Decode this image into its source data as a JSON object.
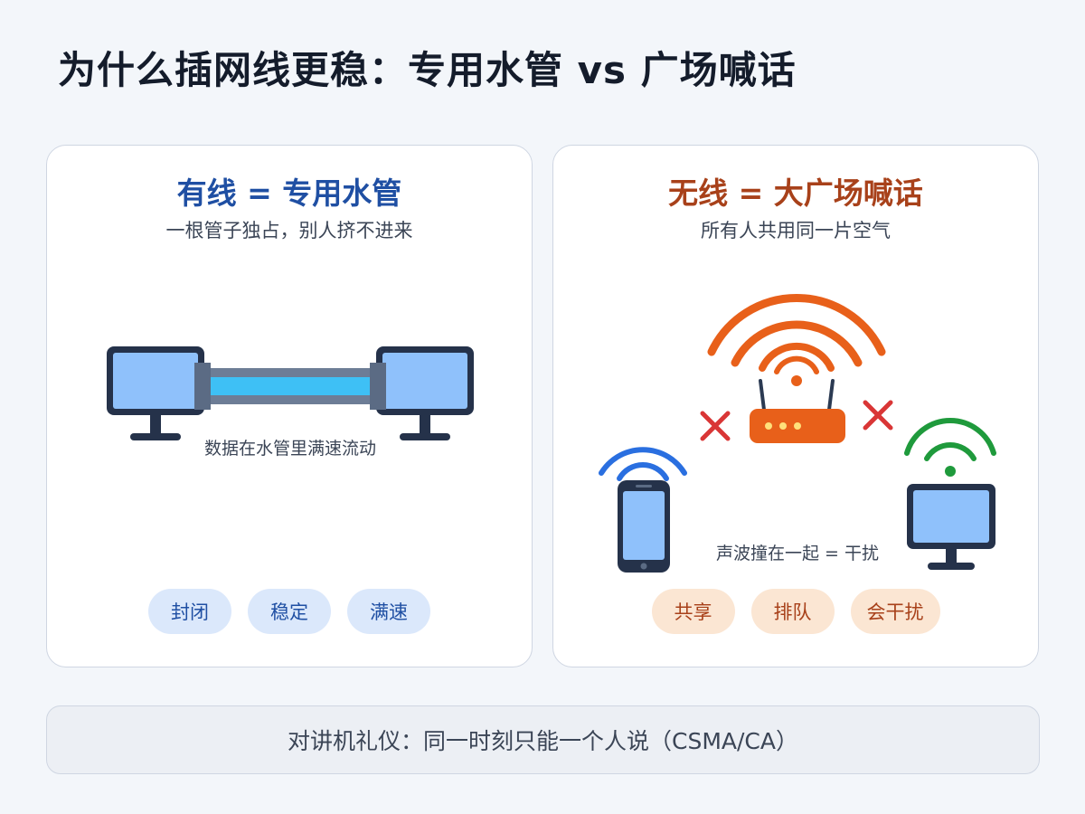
{
  "title": "为什么插网线更稳：专用水管 vs 广场喊话",
  "wired": {
    "heading": "有线 = 专用水管",
    "subtitle": "一根管子独占，别人挤不进来",
    "caption": "数据在水管里满速流动",
    "tags": [
      "封闭",
      "稳定",
      "满速"
    ]
  },
  "wireless": {
    "heading": "无线 = 大广场喊话",
    "subtitle": "所有人共用同一片空气",
    "caption": "声波撞在一起 = 干扰",
    "tags": [
      "共享",
      "排队",
      "会干扰"
    ]
  },
  "footer": "对讲机礼仪：同一时刻只能一个人说（CSMA/CA）",
  "colors": {
    "wired_accent": "#1f4fa3",
    "wireless_accent": "#a8411a",
    "router": "#e8601a",
    "phone_signal": "#2a6fe0",
    "pc_signal": "#1f9a3c",
    "interference_x": "#d93636",
    "pipe_flow": "#3ec0f5",
    "screen": "#8fc1fb"
  }
}
